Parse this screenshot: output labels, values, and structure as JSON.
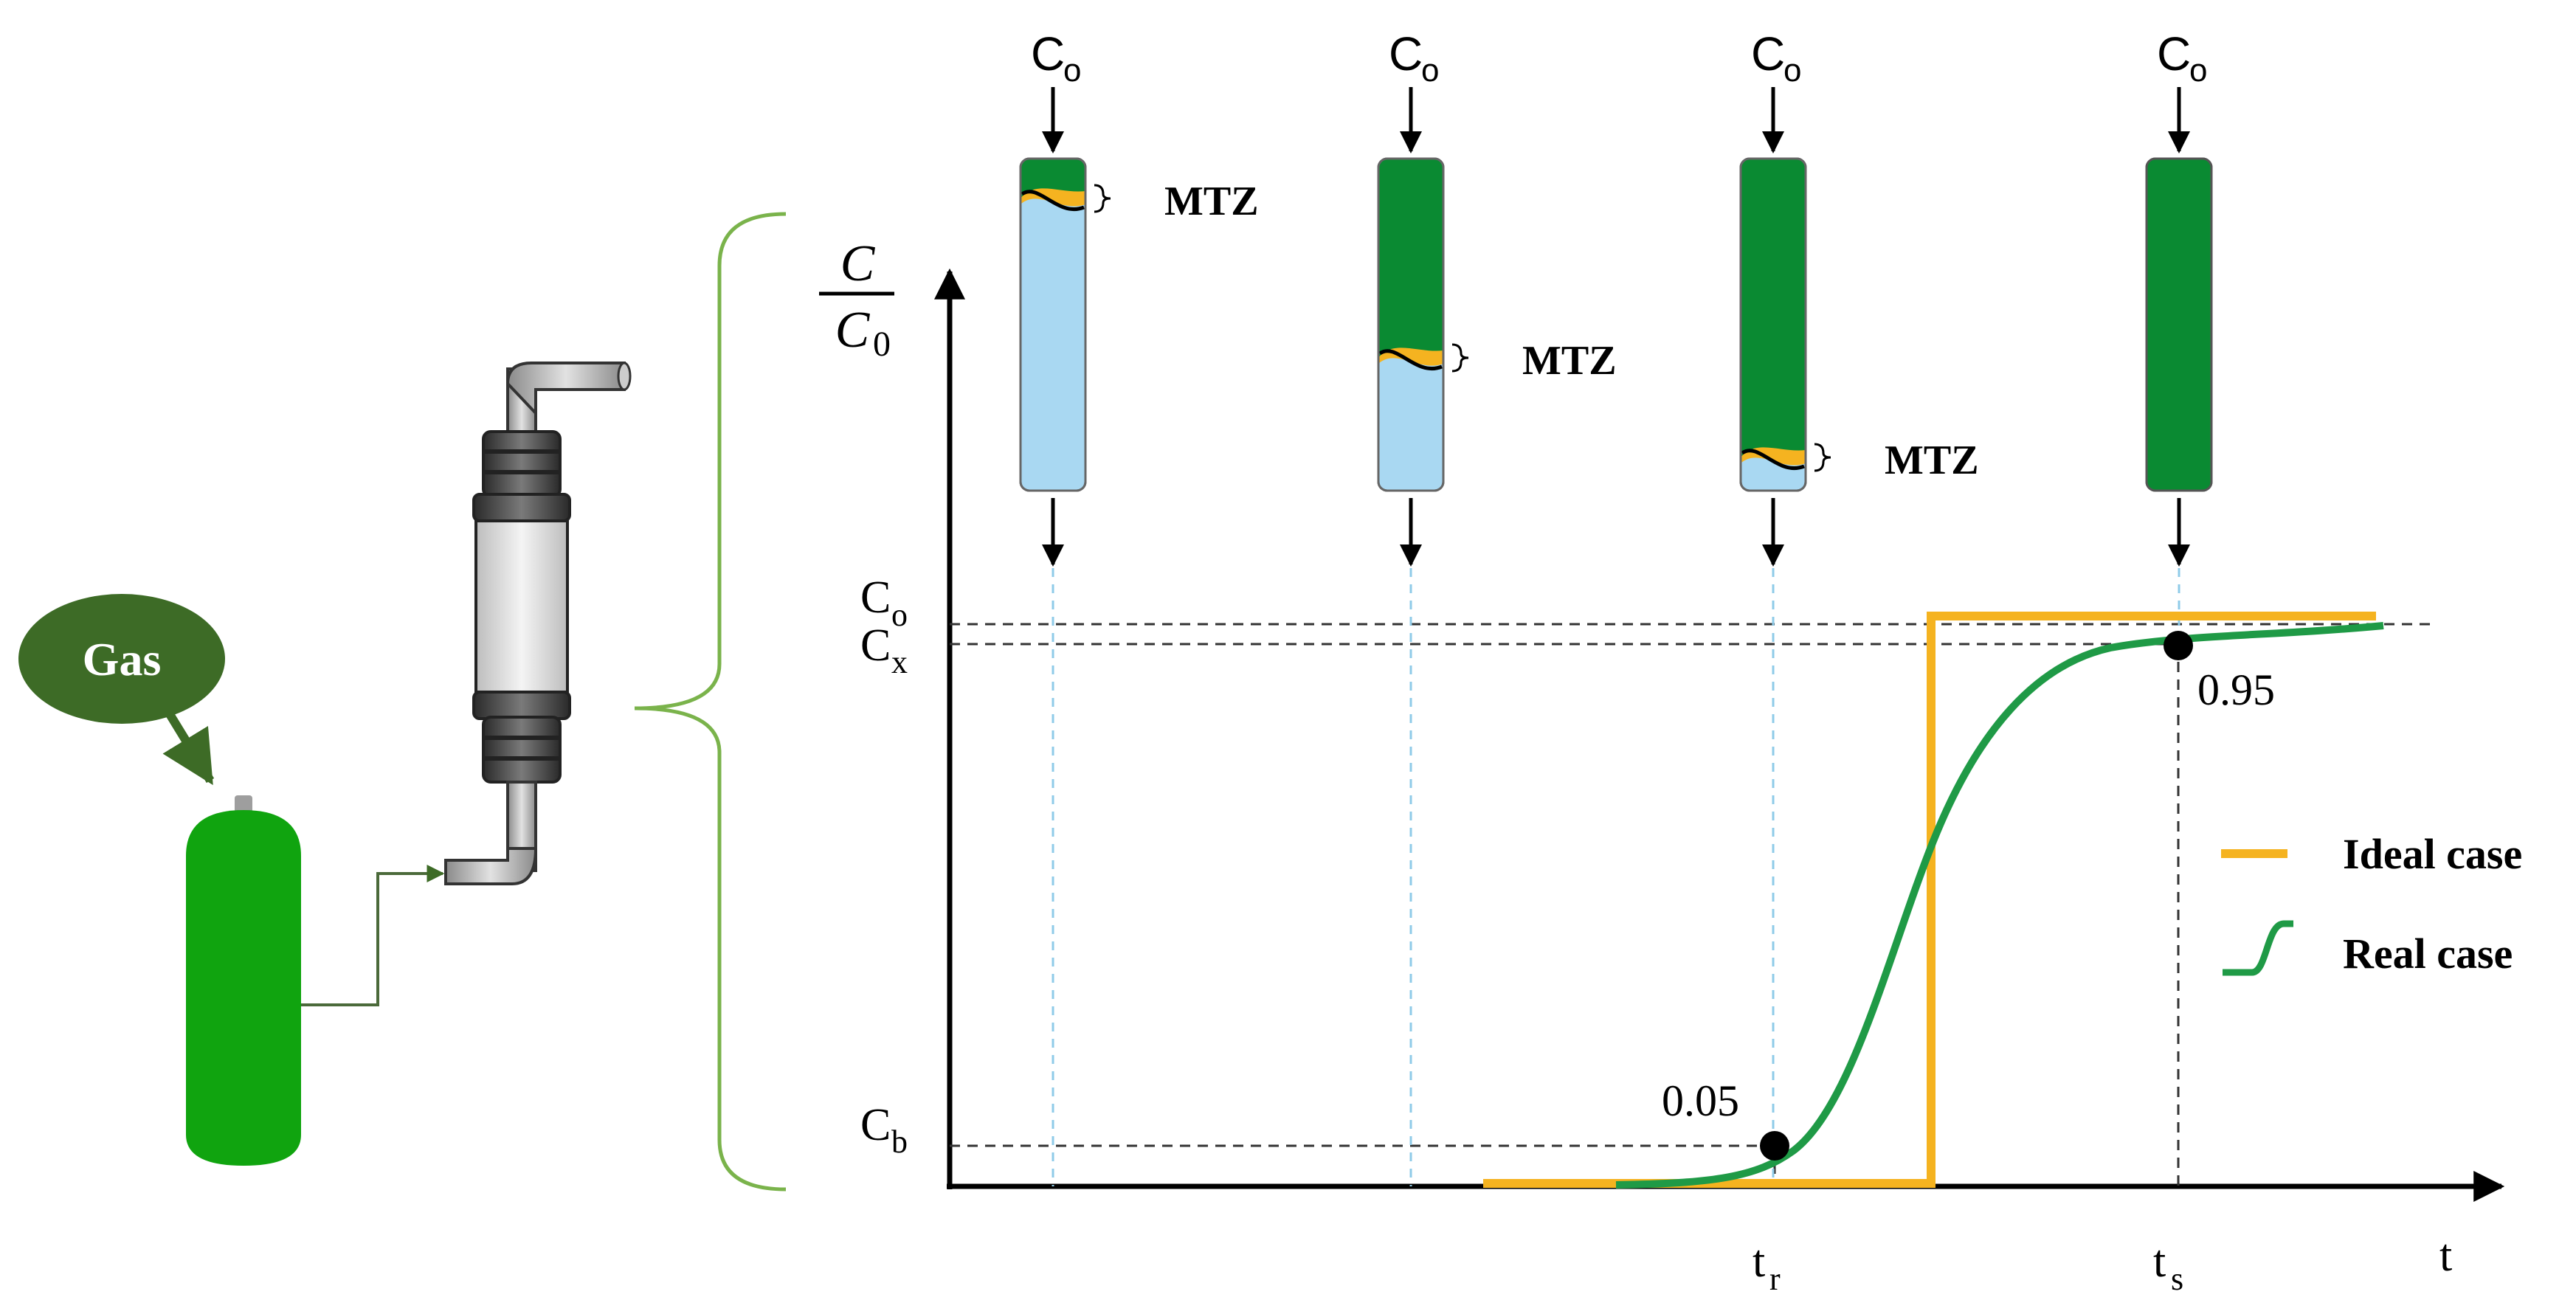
{
  "gas_label": "Gas",
  "axis": {
    "y_top": "C",
    "y_bottom": "0",
    "x_label": "t",
    "tick_c0": "C",
    "tick_c0_sub": "o",
    "tick_cx": "C",
    "tick_cx_sub": "x",
    "tick_cb": "C",
    "tick_cb_sub": "b",
    "tick_tr": "t",
    "tick_tr_sub": "r",
    "tick_ts": "t",
    "tick_ts_sub": "s"
  },
  "columns": [
    {
      "inlet": "C",
      "inlet_sub": "o",
      "mtz": "MTZ",
      "saturated_fraction": 0.12
    },
    {
      "inlet": "C",
      "inlet_sub": "o",
      "mtz": "MTZ",
      "saturated_fraction": 0.6
    },
    {
      "inlet": "C",
      "inlet_sub": "o",
      "mtz": "MTZ",
      "saturated_fraction": 0.9
    },
    {
      "inlet": "C",
      "inlet_sub": "o",
      "mtz": "",
      "saturated_fraction": 1.0
    }
  ],
  "points": {
    "breakthrough": "0.05",
    "saturation": "0.95"
  },
  "legend": {
    "ideal": "Ideal case",
    "real": "Real case"
  },
  "colors": {
    "dark_green": "#0a8a32",
    "real_curve": "#1f9a46",
    "ideal": "#f5b320",
    "light_blue": "#a9d8f2",
    "bracket": "#7ab34b",
    "cylinder": "#10a40f",
    "gas_bubble": "#3d6b26"
  }
}
